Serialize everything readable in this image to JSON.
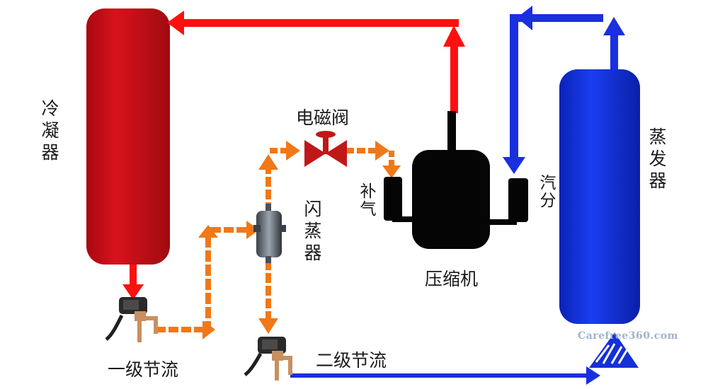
{
  "labels": {
    "condenser": "冷凝器",
    "evaporator": "蒸发器",
    "flash_tank": "闪蒸器",
    "solenoid_valve": "电磁阀",
    "compressor": "压缩机",
    "vapor_injection": "补气",
    "suction": "汽分",
    "stage1_throttle": "一级节流",
    "stage2_throttle": "二级节流"
  },
  "watermark": "Carefree360.com",
  "colors": {
    "condenser": "#c8101a",
    "evaporator": "#1233d8",
    "hot_line": "#ff1010",
    "cold_line": "#1a2fe0",
    "injection_line": "#f07818",
    "compressor": "#050505",
    "valve": "#c01818"
  }
}
